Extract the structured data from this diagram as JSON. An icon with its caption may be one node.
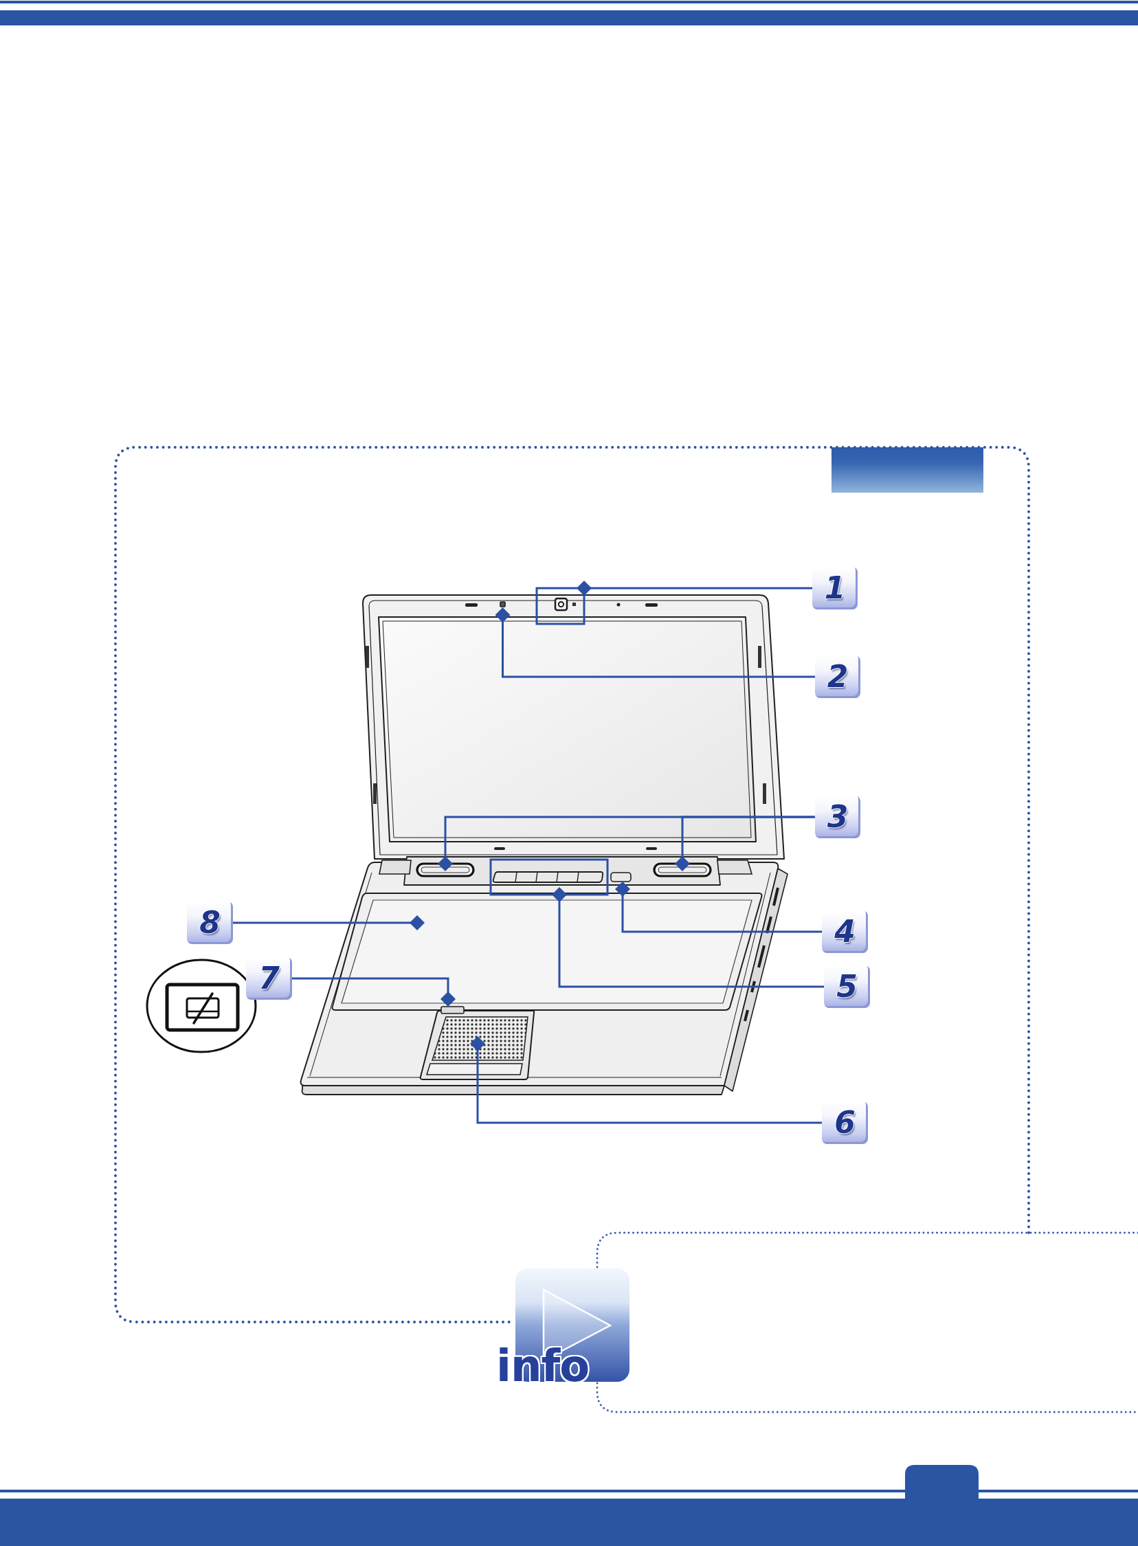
{
  "diagram": {
    "nodes": [
      {
        "text": [
          "1"
        ]
      },
      {
        "text": [
          "2"
        ]
      },
      {
        "text": [
          "3"
        ]
      },
      {
        "text": [
          "4"
        ]
      },
      {
        "text": [
          "5"
        ]
      },
      {
        "text": [
          "6"
        ]
      },
      {
        "text": [
          "7"
        ]
      },
      {
        "text": [
          "8"
        ]
      },
      {
        "text": [],
        "shape": "bar"
      },
      {
        "text": [],
        "shape": "picture"
      },
      {
        "text": [],
        "shape": "box"
      },
      {
        "text": [],
        "shape": "picture"
      },
      {
        "text": [],
        "shape": "picture"
      },
      {
        "text": [],
        "shape": "picture"
      },
      {
        "text": [],
        "shape": "box"
      },
      {
        "text": [],
        "shape": "picture"
      },
      {
        "text": [],
        "shape": "box"
      },
      {
        "text": [],
        "shape": "picture"
      }
    ],
    "edges": [
      {
        "from": 0,
        "to": 9,
        "arrow": "other"
      },
      {
        "from": 1,
        "to": 10,
        "arrow": "other"
      },
      {
        "from": 2,
        "to": 11,
        "arrow": "other"
      },
      {
        "from": 2,
        "to": 12,
        "arrow": "other"
      },
      {
        "from": 3,
        "to": 14,
        "arrow": "other"
      },
      {
        "from": 4,
        "to": 13,
        "arrow": "other"
      },
      {
        "from": 5,
        "to": 17,
        "arrow": "other"
      },
      {
        "from": 6,
        "to": 16,
        "arrow": "other"
      },
      {
        "from": 7,
        "to": 15,
        "arrow": "other"
      }
    ],
    "labels": [
      "info"
    ]
  }
}
